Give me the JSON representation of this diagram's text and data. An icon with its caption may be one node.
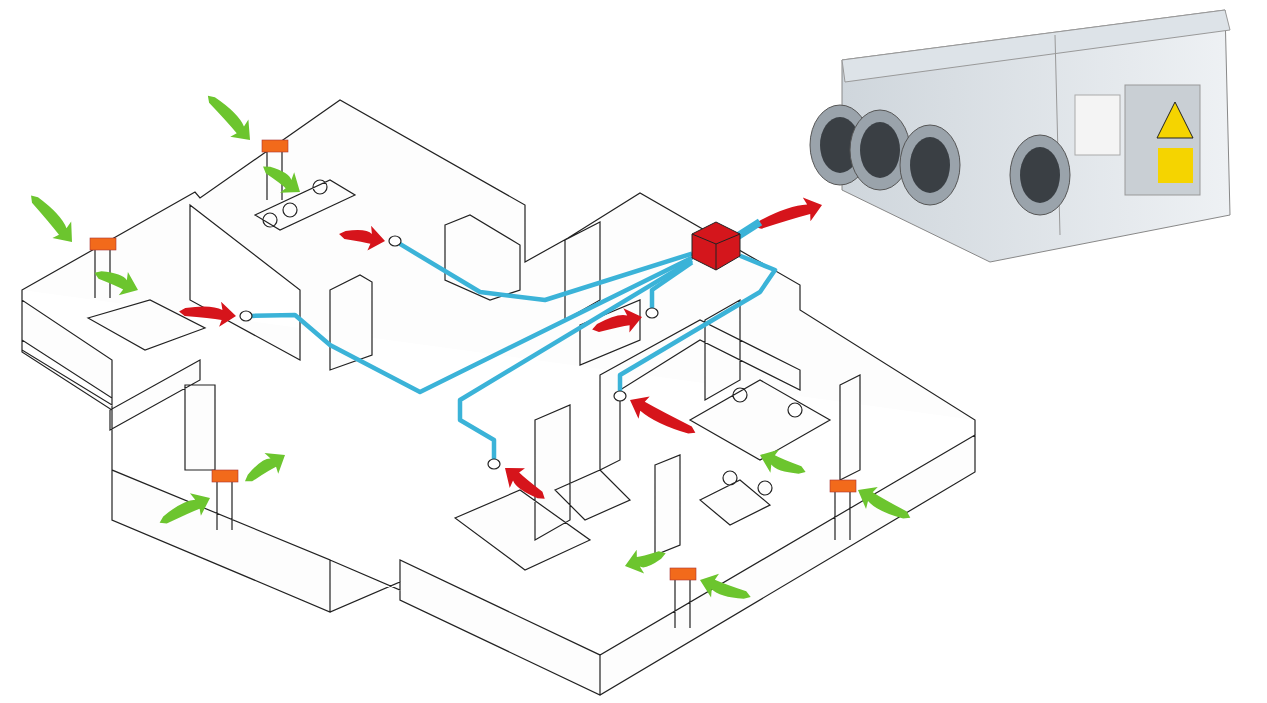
{
  "diagram": {
    "nodes": [
      {
        "text": [],
        "shape": "box"
      },
      {
        "text": [],
        "shape": "circle"
      },
      {
        "text": [],
        "shape": "circle"
      },
      {
        "text": [],
        "shape": "circle"
      },
      {
        "text": [],
        "shape": "circle"
      },
      {
        "text": [],
        "shape": "circle"
      }
    ],
    "edges": [
      {
        "from": 1,
        "to": 0,
        "arrow": "none"
      },
      {
        "from": 2,
        "to": 0,
        "arrow": "none"
      },
      {
        "from": 3,
        "to": 0,
        "arrow": "none"
      },
      {
        "from": 4,
        "to": 0,
        "arrow": "none"
      },
      {
        "from": 5,
        "to": 0,
        "arrow": "none"
      }
    ]
  }
}
